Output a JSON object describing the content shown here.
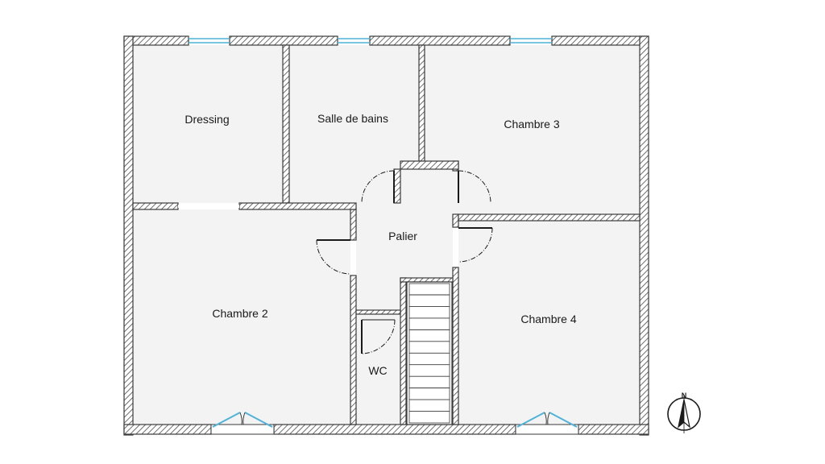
{
  "rooms": {
    "dressing": "Dressing",
    "salle_de_bains": "Salle de bains",
    "chambre_3": "Chambre 3",
    "palier": "Palier",
    "chambre_2": "Chambre 2",
    "chambre_4": "Chambre 4",
    "wc": "WC"
  },
  "compass": {
    "north": "N"
  },
  "colors": {
    "wall_outline": "#3a3a3a",
    "hatch": "#555555",
    "floor": "#f3f3f3",
    "window": "#4fb3d9"
  }
}
